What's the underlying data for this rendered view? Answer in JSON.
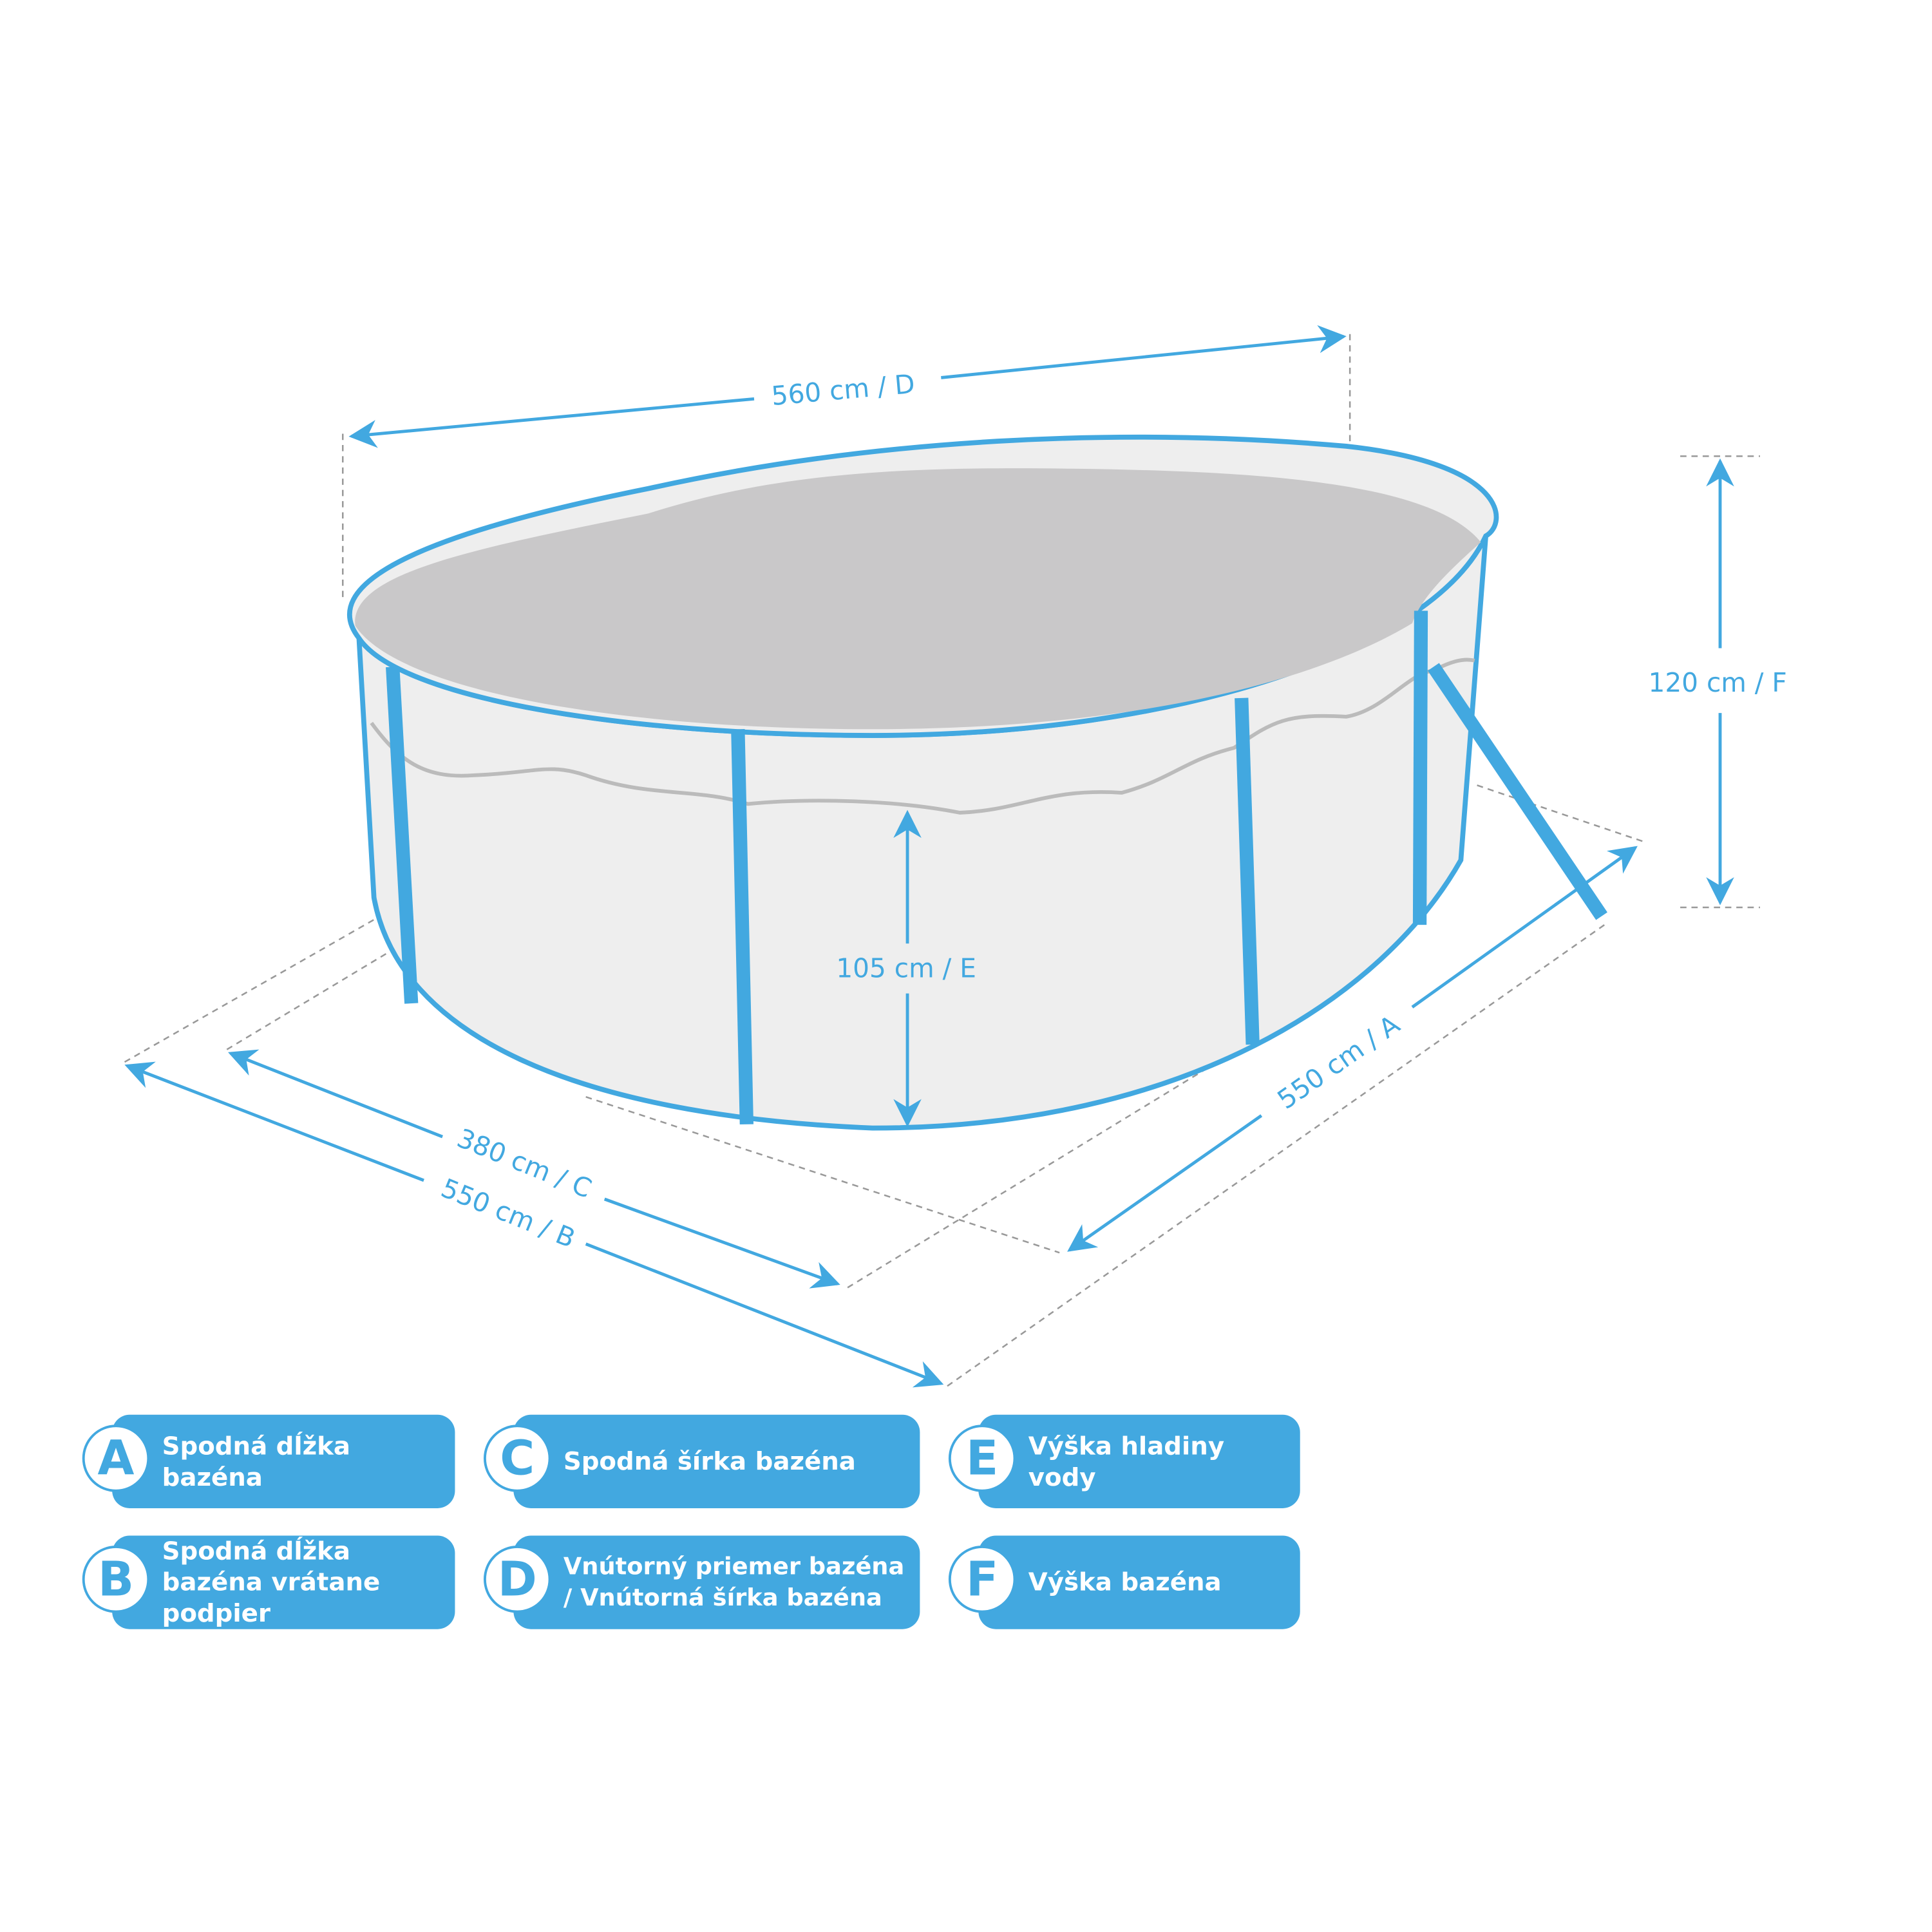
{
  "dimensions": {
    "D": "560 cm / D",
    "F": "120 cm / F",
    "E": "105 cm / E",
    "C": "380 cm / C",
    "B": "550 cm / B",
    "A": "550 cm / A"
  },
  "legend": [
    {
      "letter": "A",
      "text": "Spodná dĺžka bazéna"
    },
    {
      "letter": "B",
      "text": "Spodná dĺžka bazéna vrátane podpier"
    },
    {
      "letter": "C",
      "text": "Spodná šírka bazéna"
    },
    {
      "letter": "D",
      "text": "Vnútorný priemer bazéna / Vnútorná šírka bazéna"
    },
    {
      "letter": "E",
      "text": "Výška hladiny vody"
    },
    {
      "letter": "F",
      "text": "Výška bazéna"
    }
  ],
  "colors": {
    "accent": "#42a8e0",
    "cover": "#c9c8c9",
    "wall": "#eeeeee"
  }
}
